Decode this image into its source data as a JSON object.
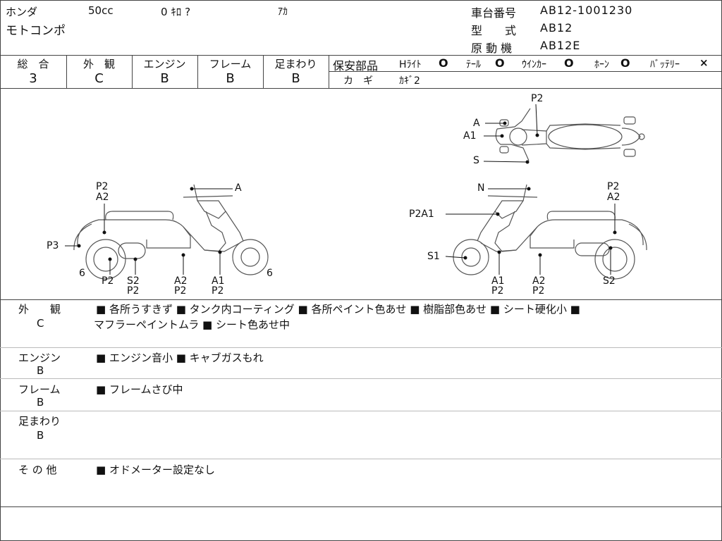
{
  "header": {
    "maker": "ホンダ",
    "displacement": "50cc",
    "mileage": "0 ｷﾛ ?",
    "color": "ｱｶ",
    "model_name": "モトコンポ",
    "chassis_label": "車台番号",
    "chassis_value": "AB12-1001230",
    "type_label": "型　　式",
    "type_value": "AB12",
    "engine_label": "原 動 機",
    "engine_value": "AB12E"
  },
  "grades": [
    {
      "label": "総　合",
      "value": "3"
    },
    {
      "label": "外　観",
      "value": "C"
    },
    {
      "label": "エンジン",
      "value": "B"
    },
    {
      "label": "フレーム",
      "value": "B"
    },
    {
      "label": "足まわり",
      "value": "B"
    }
  ],
  "safety": {
    "label": "保安部品",
    "items": [
      {
        "name": "Hﾗｲﾄ",
        "mark": "O"
      },
      {
        "name": "ﾃｰﾙ",
        "mark": "O"
      },
      {
        "name": "ｳｲﾝｶｰ",
        "mark": "O"
      },
      {
        "name": "ﾎｰﾝ",
        "mark": "O"
      },
      {
        "name": "ﾊﾞｯﾃﾘｰ",
        "mark": "×"
      }
    ],
    "key_label": "カ　ギ",
    "key_value": "ｶｷﾞ2"
  },
  "diagram": {
    "top": {
      "p2": "P2",
      "a": "A",
      "a1": "A1",
      "s": "S"
    },
    "left": {
      "p2": "P2",
      "a2": "A2",
      "a": "A",
      "p3": "P3",
      "six_l": "6",
      "six_r": "6",
      "b1": "P2",
      "b2a": "S2",
      "b2b": "P2",
      "b3a": "A2",
      "b3b": "P2",
      "b4a": "A1",
      "b4b": "P2"
    },
    "right": {
      "n": "N",
      "p2": "P2",
      "a2": "A2",
      "p2a1": "P2A1",
      "s1": "S1",
      "b1a": "A1",
      "b1b": "P2",
      "b2a": "A2",
      "b2b": "P2",
      "s2": "S2"
    }
  },
  "notes": [
    {
      "label": "外　　観",
      "grade": "C",
      "line1": "■ 各所うすきず ■ タンク内コーティング ■ 各所ペイント色あせ ■ 樹脂部色あせ ■ シート硬化小 ■",
      "line2": "マフラーペイントムラ ■ シート色あせ中"
    },
    {
      "label": "エンジン",
      "grade": "B",
      "line1": "■ エンジン音小 ■ キャブガスもれ",
      "line2": ""
    },
    {
      "label": "フレーム",
      "grade": "B",
      "line1": "■ フレームさび中",
      "line2": ""
    },
    {
      "label": "足まわり",
      "grade": "B",
      "line1": "",
      "line2": ""
    },
    {
      "label": "そ の 他",
      "grade": "",
      "line1": "■ オドメーター設定なし",
      "line2": ""
    }
  ]
}
